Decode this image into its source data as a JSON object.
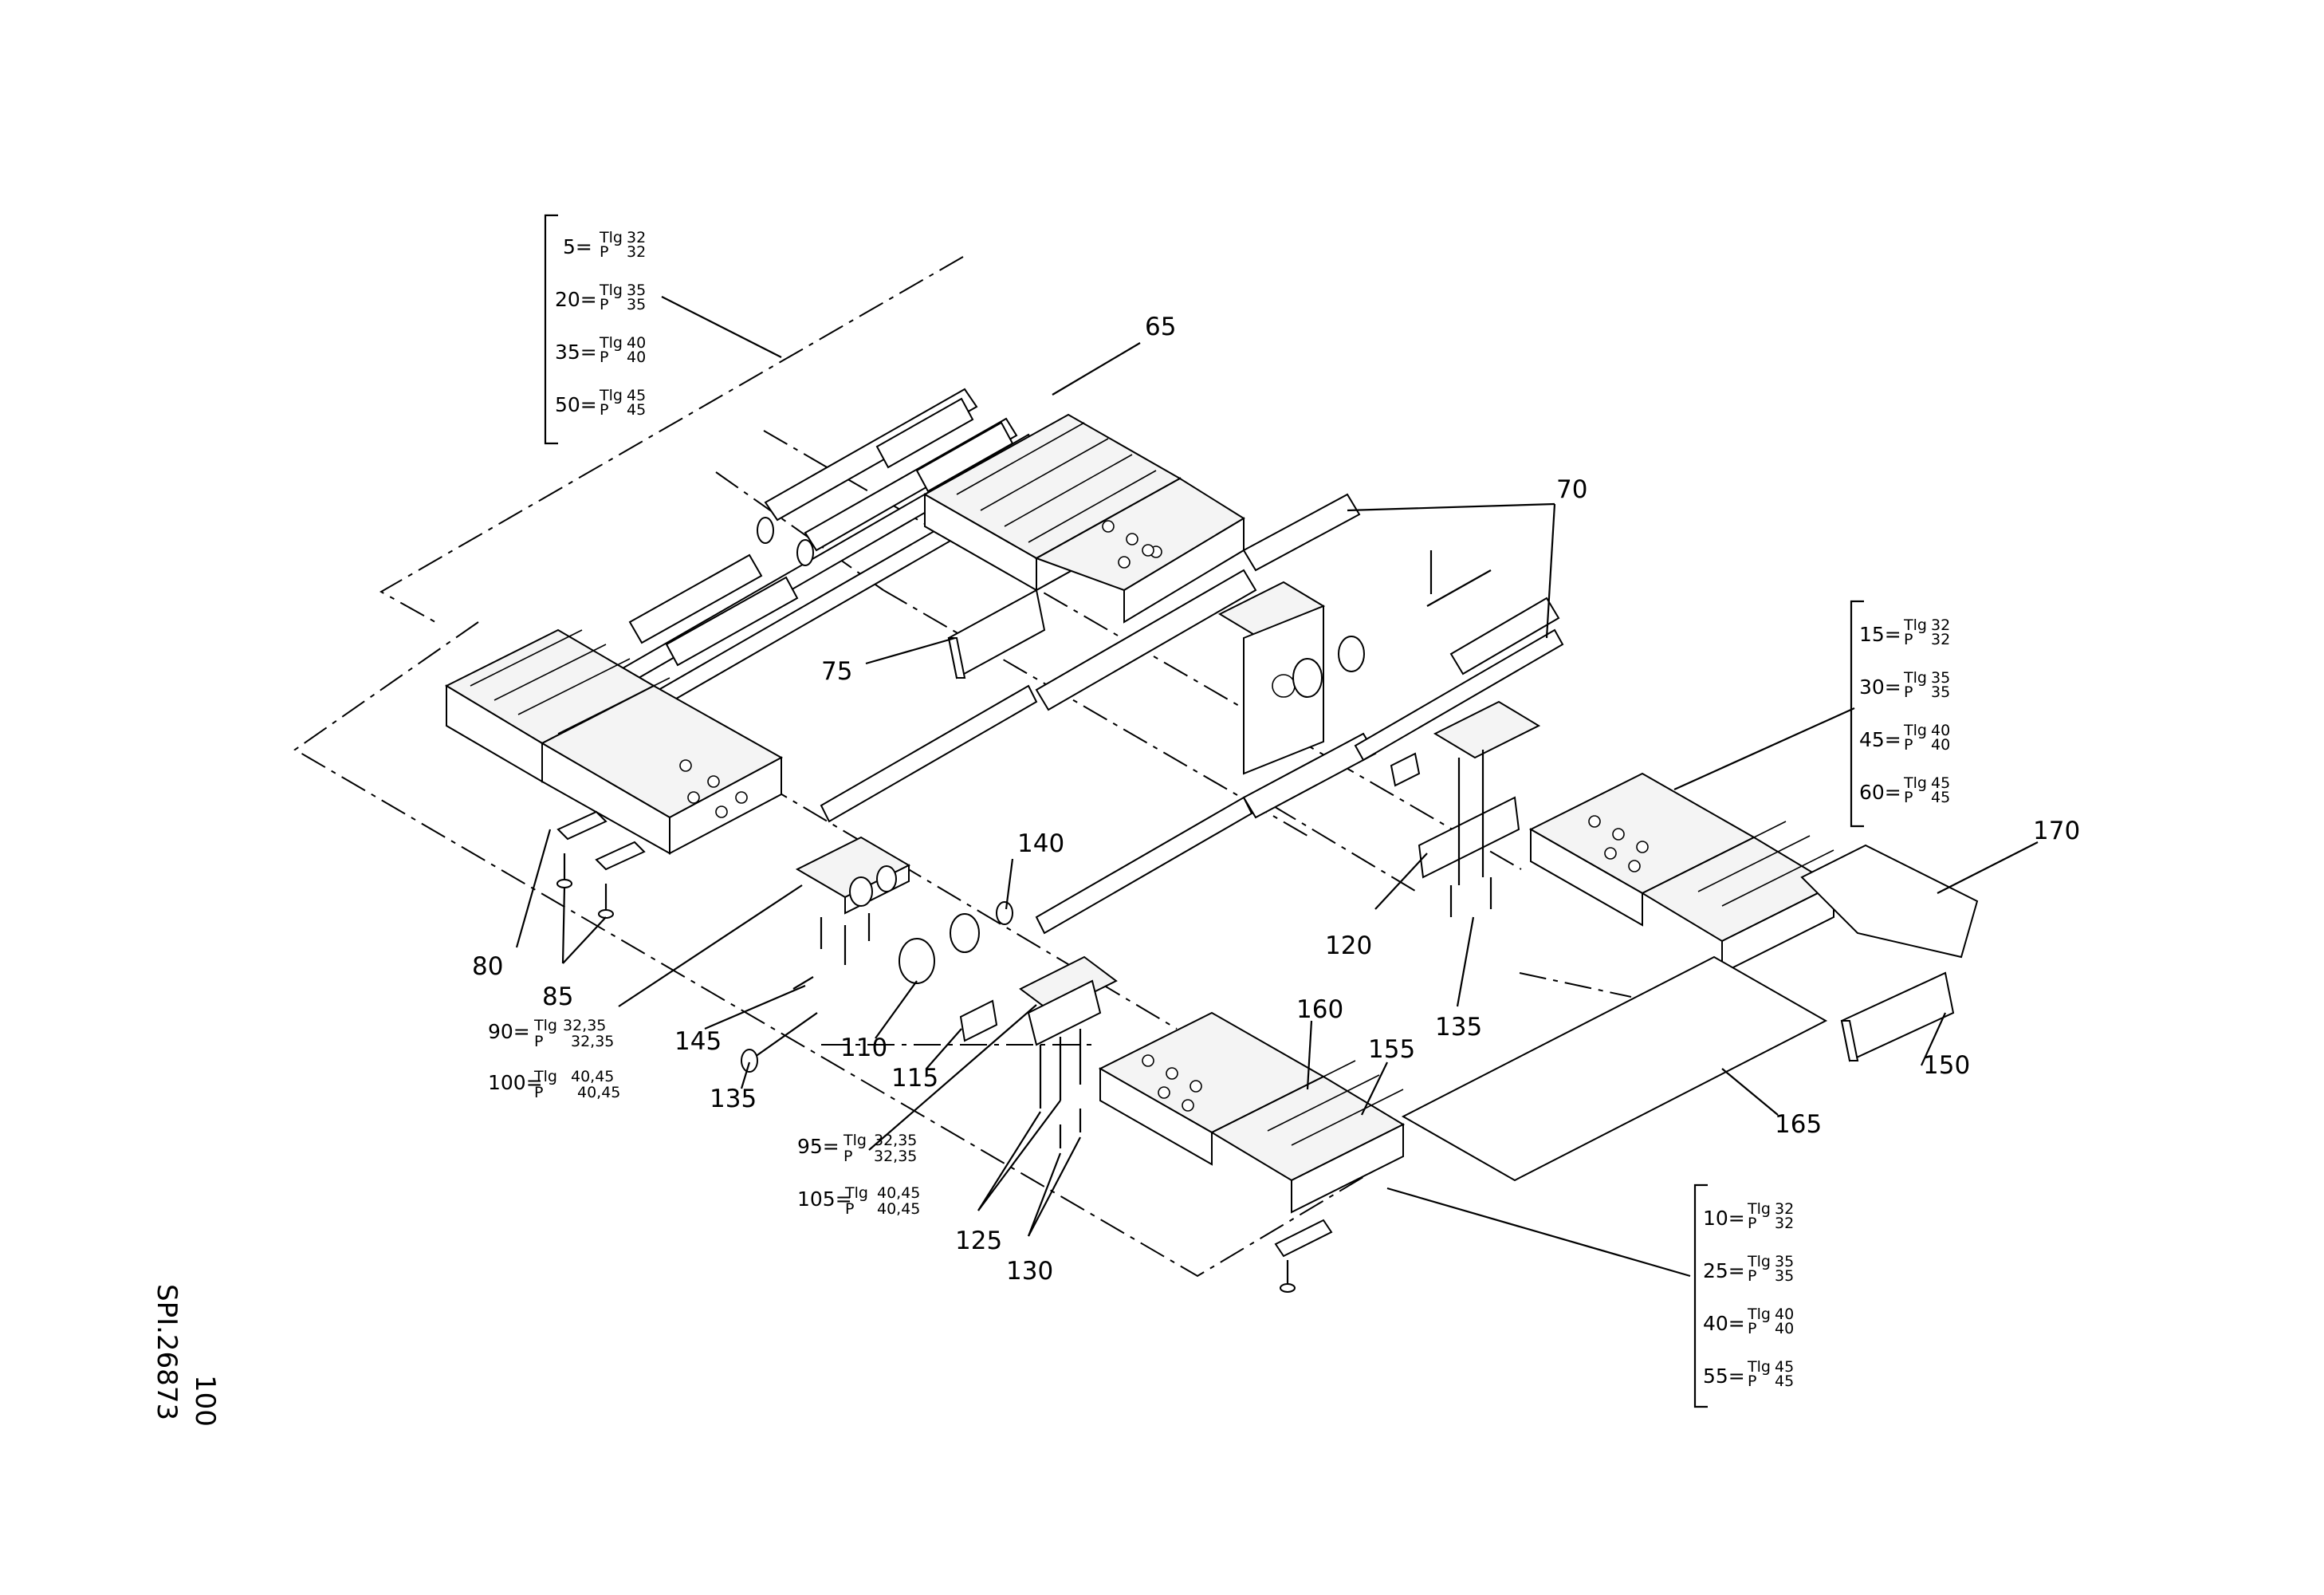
{
  "drawing_id": "SPI.26873",
  "drawing_number": "100",
  "callouts": {
    "c65": "65",
    "c70": "70",
    "c75": "75",
    "c80": "80",
    "c85": "85",
    "c110": "110",
    "c115": "115",
    "c120": "120",
    "c125": "125",
    "c130": "130",
    "c135a": "135",
    "c135b": "135",
    "c140": "140",
    "c145": "145",
    "c150": "150",
    "c155": "155",
    "c160": "160",
    "c165": "165",
    "c170": "170"
  },
  "box_top_left": [
    {
      "no": "5=",
      "tlg": "Tlg",
      "p": "P",
      "a": "32",
      "b": "32"
    },
    {
      "no": "20=",
      "tlg": "Tlg",
      "p": "P",
      "a": "35",
      "b": "35"
    },
    {
      "no": "35=",
      "tlg": "Tlg",
      "p": "P",
      "a": "40",
      "b": "40"
    },
    {
      "no": "50=",
      "tlg": "Tlg",
      "p": "P",
      "a": "45",
      "b": "45"
    }
  ],
  "box_right": [
    {
      "no": "15=",
      "tlg": "Tlg",
      "p": "P",
      "a": "32",
      "b": "32"
    },
    {
      "no": "30=",
      "tlg": "Tlg",
      "p": "P",
      "a": "35",
      "b": "35"
    },
    {
      "no": "45=",
      "tlg": "Tlg",
      "p": "P",
      "a": "40",
      "b": "40"
    },
    {
      "no": "60=",
      "tlg": "Tlg",
      "p": "P",
      "a": "45",
      "b": "45"
    }
  ],
  "box_bottom_right": [
    {
      "no": "10=",
      "tlg": "Tlg",
      "p": "P",
      "a": "32",
      "b": "32"
    },
    {
      "no": "25=",
      "tlg": "Tlg",
      "p": "P",
      "a": "35",
      "b": "35"
    },
    {
      "no": "40=",
      "tlg": "Tlg",
      "p": "P",
      "a": "40",
      "b": "40"
    },
    {
      "no": "55=",
      "tlg": "Tlg",
      "p": "P",
      "a": "45",
      "b": "45"
    }
  ],
  "notes_left": [
    {
      "no": "90=",
      "tlg": "Tlg",
      "p": "P",
      "a": "32,35",
      "b": "32,35"
    },
    {
      "no": "100=",
      "tlg": "Tlg",
      "p": "P",
      "a": "40,45",
      "b": "40,45"
    }
  ],
  "notes_center": [
    {
      "no": "95=",
      "tlg": "Tlg",
      "p": "P",
      "a": "32,35",
      "b": "32,35"
    },
    {
      "no": "105=",
      "tlg": "Tlg",
      "p": "P",
      "a": "40,45",
      "b": "40,45"
    }
  ]
}
